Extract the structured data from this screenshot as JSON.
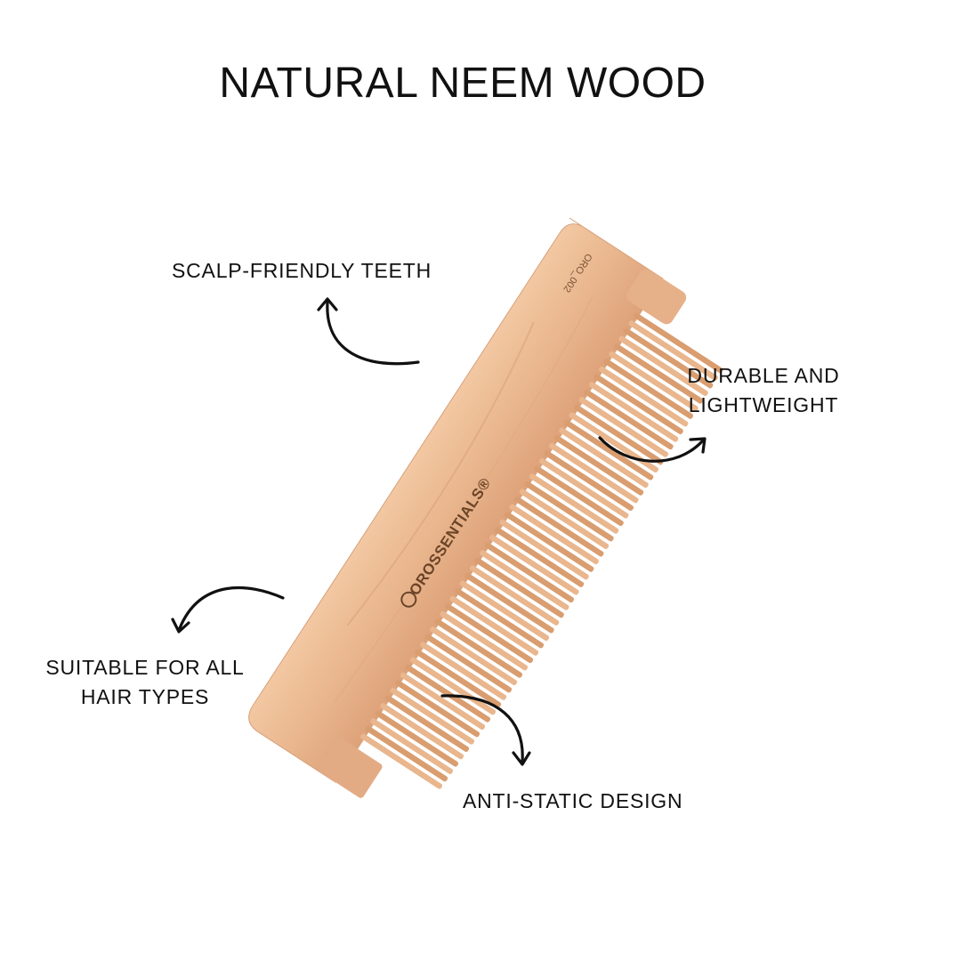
{
  "title": "NATURAL NEEM WOOD",
  "features": {
    "scalp": "SCALP-FRIENDLY TEETH",
    "durable_line1": "DURABLE AND",
    "durable_line2": "LIGHTWEIGHT",
    "suitable_line1": "SUITABLE FOR ALL",
    "suitable_line2": "HAIR TYPES",
    "antistatic": "ANTI-STATIC DESIGN"
  },
  "product": {
    "brand_logo_text": "OROSSENTIALS®",
    "model_code": "ORO_002",
    "wood_color": "#e9b68d",
    "wood_shadow_color": "#d99d6f"
  },
  "icons": {
    "arrows": [
      "curved-arrow-up-icon",
      "curved-arrow-right-icon",
      "curved-arrow-left-icon",
      "curved-arrow-down-icon"
    ]
  }
}
